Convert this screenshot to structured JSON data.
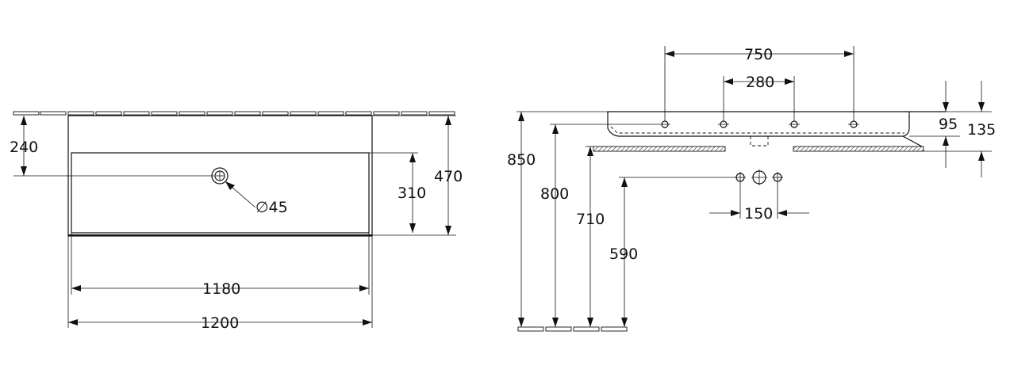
{
  "front_view": {
    "dim_240": "240",
    "dim_470": "470",
    "dim_310": "310",
    "dim_45": "∅45",
    "dim_1180": "1180",
    "dim_1200": "1200"
  },
  "side_view": {
    "dim_750": "750",
    "dim_280": "280",
    "dim_95": "95",
    "dim_135": "135",
    "dim_850": "850",
    "dim_800": "800",
    "dim_710": "710",
    "dim_590": "590",
    "dim_150": "150"
  }
}
